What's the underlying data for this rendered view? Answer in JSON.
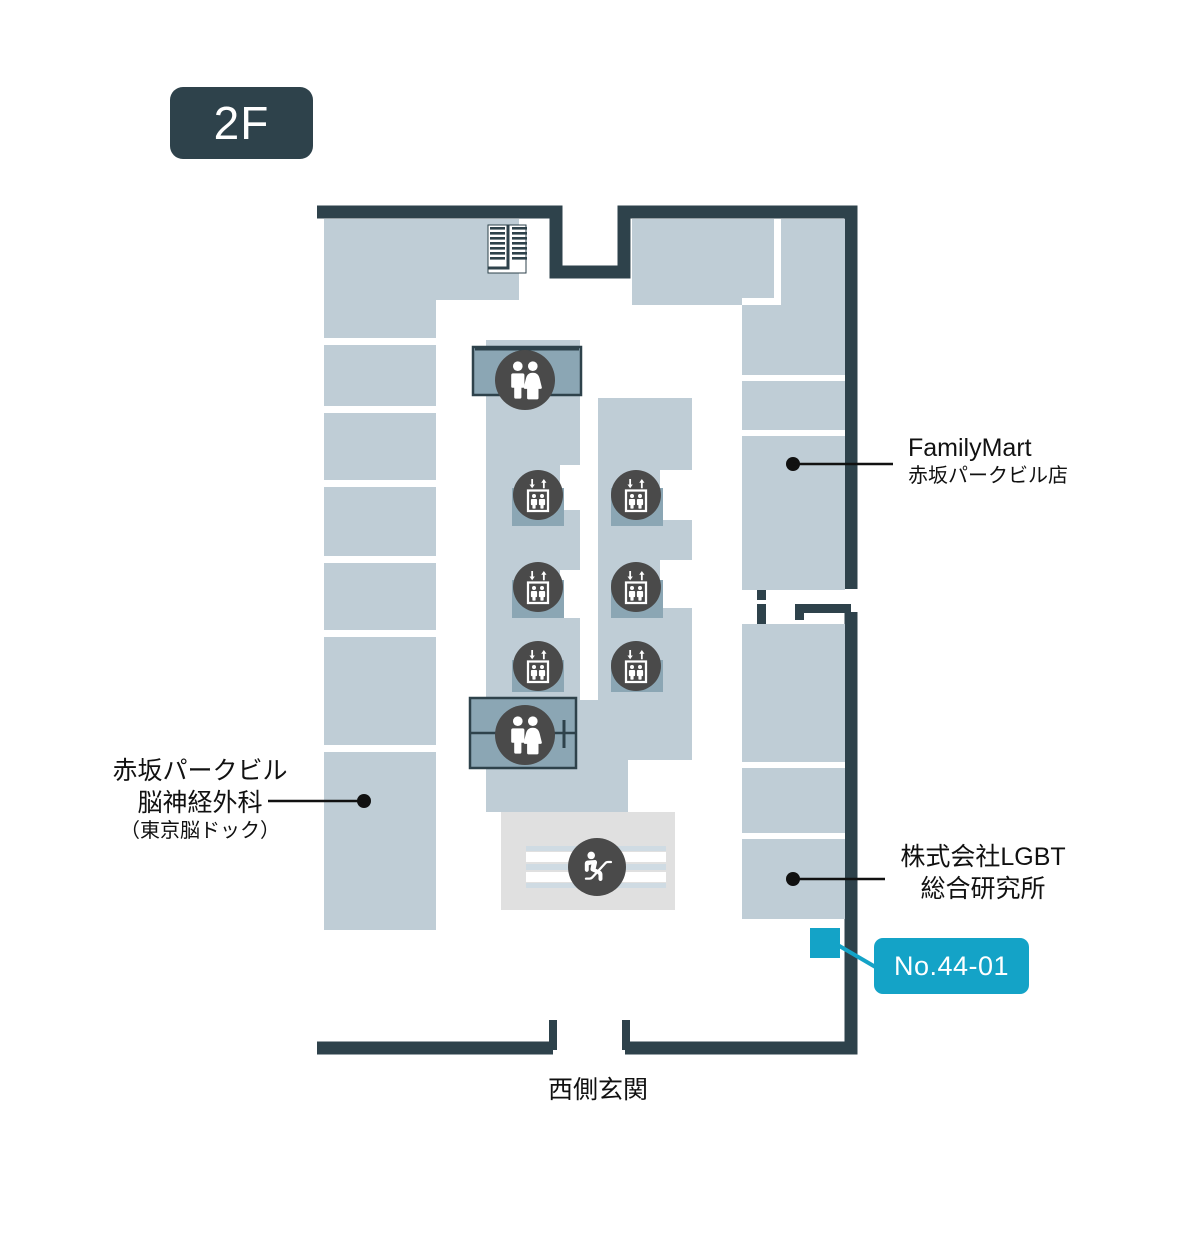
{
  "floor": {
    "badge_label": "2F"
  },
  "map": {
    "colors": {
      "wall": "#2e424b",
      "room_fill": "#bfcdd6",
      "core_fill": "#8ba6b4",
      "escalator_zone": "#e0e0e0",
      "icon_circle": "#4a4a4a",
      "icon_glyph": "#ffffff",
      "highlight_marker": "#14a3c7",
      "leader_line": "#111111",
      "background": "#ffffff"
    }
  },
  "labels": [
    {
      "id": "familymart",
      "name_line1": "FamilyMart",
      "name_line2": "赤坂パークビル店"
    },
    {
      "id": "noge",
      "name_line1": "赤坂パークビル",
      "name_line2": "脳神経外科",
      "name_line3": "（東京脳ドック）"
    },
    {
      "id": "lgbt",
      "name_line1": "株式会社LGBT",
      "name_line2": "総合研究所"
    }
  ],
  "entrance": {
    "label": "西側玄関"
  },
  "marker": {
    "label": "No.44-01"
  },
  "icons": [
    {
      "id": "restroom-upper",
      "type": "restroom-icon"
    },
    {
      "id": "restroom-lower",
      "type": "restroom-icon"
    },
    {
      "id": "elevator-1",
      "type": "elevator-icon"
    },
    {
      "id": "elevator-2",
      "type": "elevator-icon"
    },
    {
      "id": "elevator-3",
      "type": "elevator-icon"
    },
    {
      "id": "elevator-4",
      "type": "elevator-icon"
    },
    {
      "id": "elevator-5",
      "type": "elevator-icon"
    },
    {
      "id": "elevator-6",
      "type": "elevator-icon"
    },
    {
      "id": "escalator-1",
      "type": "escalator-icon"
    },
    {
      "id": "stairs-1",
      "type": "stairs-icon"
    }
  ]
}
